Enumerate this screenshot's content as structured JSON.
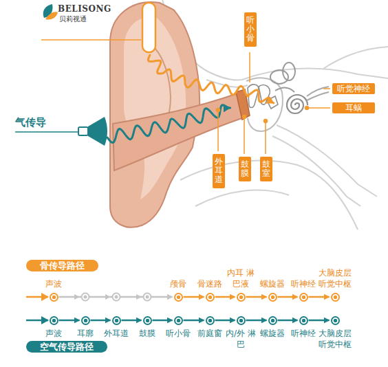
{
  "diagram": {
    "nodes": [
      {
        "text": [
          "听小骨"
        ]
      },
      {
        "text": [
          "听觉神经"
        ]
      },
      {
        "text": [
          "耳蜗"
        ]
      },
      {
        "text": [
          "外耳道"
        ]
      },
      {
        "text": [
          "鼓膜"
        ]
      },
      {
        "text": [
          "鼓室"
        ]
      },
      {
        "text": [
          "骨传导路径"
        ]
      },
      {
        "text": [
          "声波"
        ]
      },
      {
        "text": [
          "颅骨"
        ]
      },
      {
        "text": [
          "骨迷路"
        ]
      },
      {
        "text": [
          "内耳 淋巴液"
        ]
      },
      {
        "text": [
          "螺旋器"
        ]
      },
      {
        "text": [
          "听神经"
        ]
      },
      {
        "text": [
          "大脑皮层 听觉中枢"
        ]
      },
      {
        "text": [
          "声波"
        ]
      },
      {
        "text": [
          "耳廓"
        ]
      },
      {
        "text": [
          "外耳道"
        ]
      },
      {
        "text": [
          "鼓膜"
        ]
      },
      {
        "text": [
          "听小骨"
        ]
      },
      {
        "text": [
          "前庭窗"
        ]
      },
      {
        "text": [
          "内/外 淋巴"
        ]
      },
      {
        "text": [
          "螺旋器"
        ]
      },
      {
        "text": [
          "听神经"
        ]
      },
      {
        "text": [
          "大脑皮层 听觉中枢"
        ]
      },
      {
        "text": [
          "空气传导路径"
        ]
      }
    ],
    "edges": [
      {
        "from": 7,
        "to": 8,
        "arrow": "to"
      },
      {
        "from": 8,
        "to": 9,
        "arrow": "to"
      },
      {
        "from": 9,
        "to": 10,
        "arrow": "to"
      },
      {
        "from": 10,
        "to": 11,
        "arrow": "to"
      },
      {
        "from": 11,
        "to": 12,
        "arrow": "to"
      },
      {
        "from": 12,
        "to": 13,
        "arrow": "to"
      },
      {
        "from": 14,
        "to": 15,
        "arrow": "to"
      },
      {
        "from": 15,
        "to": 16,
        "arrow": "to"
      },
      {
        "from": 16,
        "to": 17,
        "arrow": "to"
      },
      {
        "from": 17,
        "to": 18,
        "arrow": "to"
      },
      {
        "from": 18,
        "to": 19,
        "arrow": "to"
      },
      {
        "from": 19,
        "to": 20,
        "arrow": "to"
      },
      {
        "from": 20,
        "to": 21,
        "arrow": "to"
      },
      {
        "from": 21,
        "to": 22,
        "arrow": "to"
      },
      {
        "from": 22,
        "to": 23,
        "arrow": "to"
      }
    ],
    "labels": [
      "BELISONG",
      "贝莉视通",
      "气传导"
    ]
  }
}
